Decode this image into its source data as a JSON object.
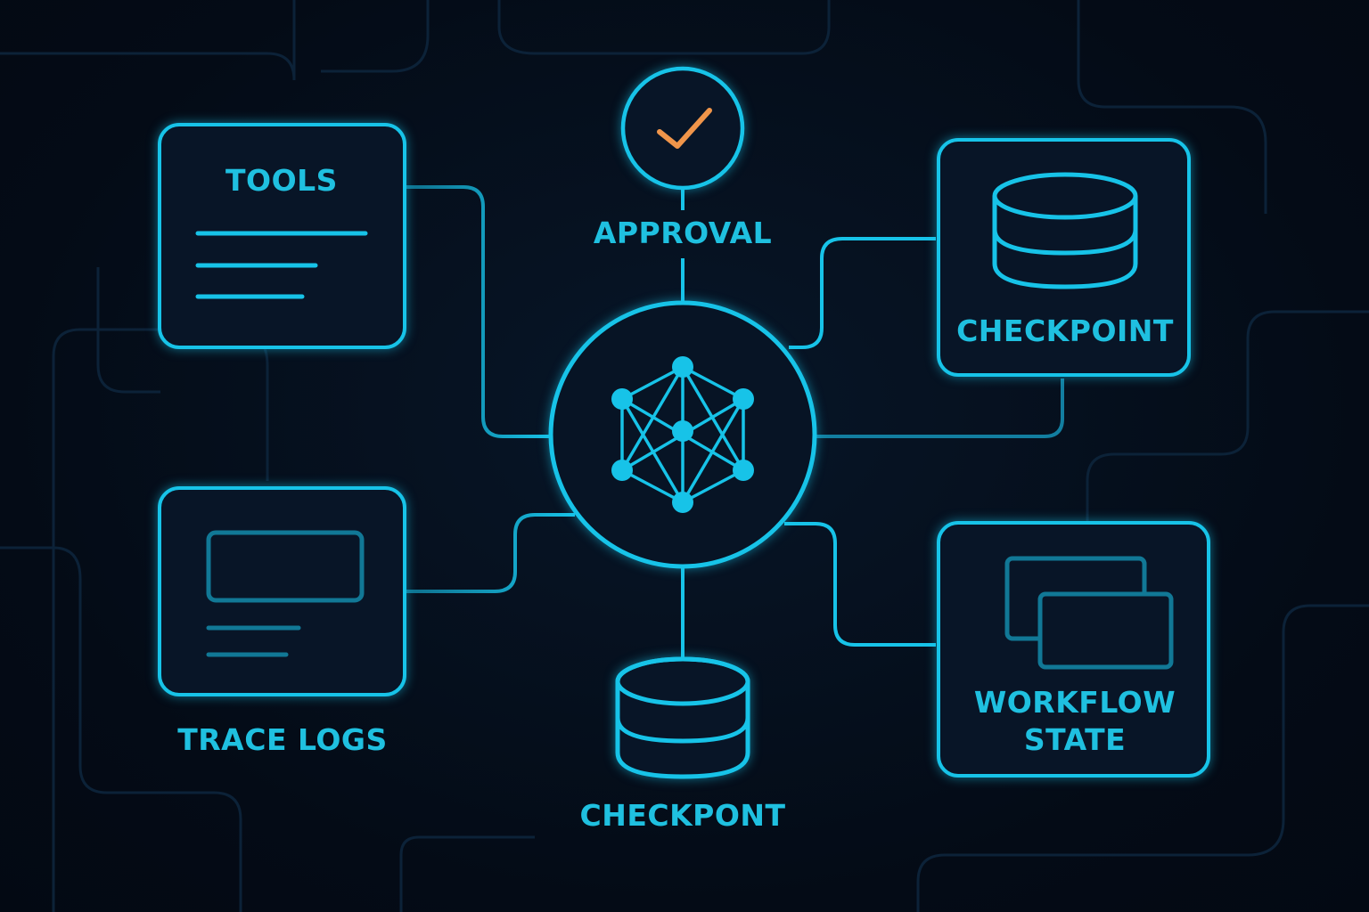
{
  "colors": {
    "background": "#050e1b",
    "accent": "#17c3e8",
    "accent_dim": "#0e6f8c",
    "check": "#f0954a",
    "box_fill": "#081527"
  },
  "nodes": {
    "tools": {
      "label": "TOOLS",
      "icon": "list-icon"
    },
    "approval": {
      "label": "APPROVAL",
      "icon": "checkmark-icon"
    },
    "checkpoint_top": {
      "label": "CHECKPOINT",
      "icon": "database-icon"
    },
    "trace_logs": {
      "label": "TRACE LOGS",
      "icon": "log-panel-icon"
    },
    "checkpoint_bottom": {
      "label": "CHECKPONT",
      "icon": "database-icon"
    },
    "workflow_state": {
      "label_line1": "WORKFLOW",
      "label_line2": "STATE",
      "icon": "stacked-windows-icon"
    },
    "hub": {
      "icon": "neural-network-icon"
    }
  }
}
